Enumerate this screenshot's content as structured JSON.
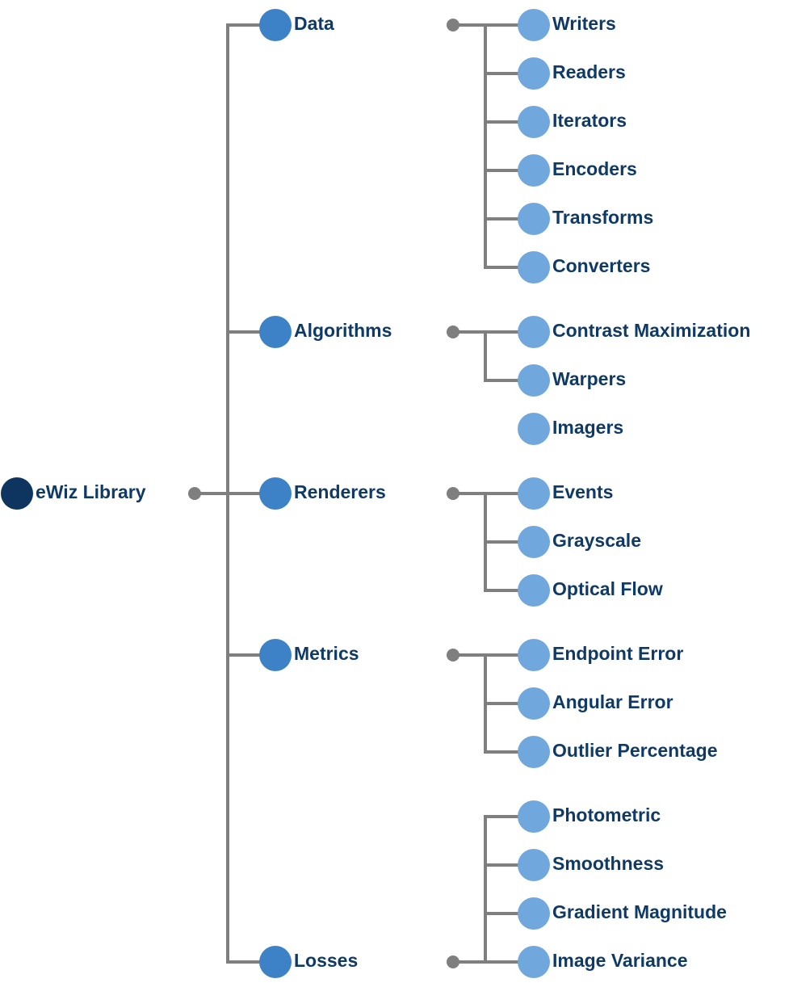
{
  "colors": {
    "line": "#7f7f7f",
    "root_node": "#0d3560",
    "branch_node": "#3d82c6",
    "leaf_node": "#70a7dd",
    "label_text": "#0f3a66"
  },
  "root": {
    "label": "eWiz Library",
    "icon": "circle-node-dark"
  },
  "branches": [
    {
      "label": "Data",
      "children": [
        "Writers",
        "Readers",
        "Iterators",
        "Encoders",
        "Transforms",
        "Converters"
      ]
    },
    {
      "label": "Algorithms",
      "children": [
        "Contrast Maximization",
        "Warpers",
        "Imagers"
      ]
    },
    {
      "label": "Renderers",
      "children": [
        "Events",
        "Grayscale",
        "Optical Flow"
      ]
    },
    {
      "label": "Metrics",
      "children": [
        "Endpoint Error",
        "Angular Error",
        "Outlier Percentage"
      ]
    },
    {
      "label": "Losses",
      "children": [
        "Photometric",
        "Smoothness",
        "Gradient Magnitude",
        "Image Variance"
      ]
    }
  ]
}
